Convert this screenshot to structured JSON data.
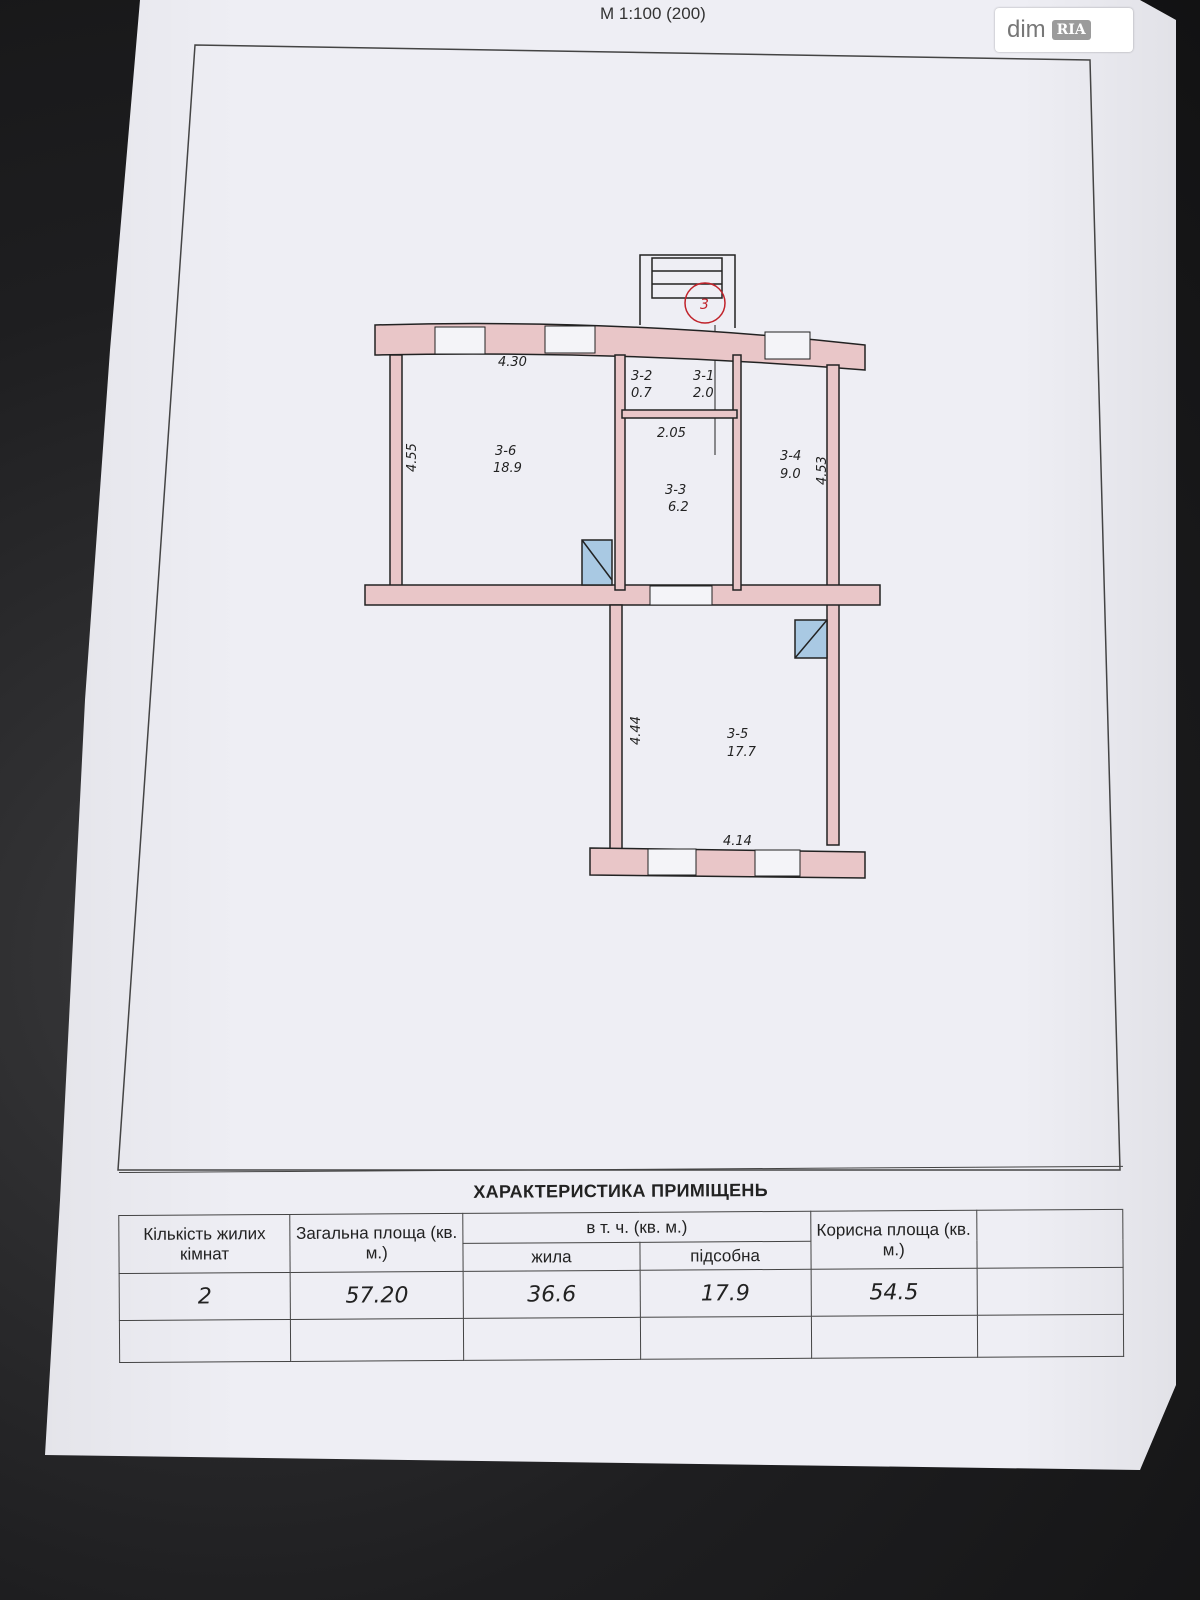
{
  "header": {
    "scale": "М 1:100 (200)"
  },
  "logo": {
    "dim": "dim",
    "ria": "RIA"
  },
  "plan": {
    "apartment_marker": "3",
    "rooms": [
      {
        "code": "3-1",
        "area": "2.0"
      },
      {
        "code": "3-2",
        "area": "0.7"
      },
      {
        "code": "3-3",
        "area": "6.2"
      },
      {
        "code": "3-4",
        "area": "9.0"
      },
      {
        "code": "3-5",
        "area": "17.7"
      },
      {
        "code": "3-6",
        "area": "18.9"
      }
    ],
    "dimensions": {
      "top": "4.30",
      "left": "4.55",
      "right": "4.53",
      "middle": "2.05",
      "lower_left": "4.44",
      "bottom": "4.14"
    }
  },
  "colors": {
    "wall": "#e9c6c8",
    "vent": "#a9c9e3",
    "marker": "#c0222a"
  },
  "table": {
    "title": "ХАРАКТЕРИСТИКА ПРИМІЩЕНЬ",
    "headers": {
      "rooms_count": "Кількість жилих кімнат",
      "total_area": "Загальна площа (кв. м.)",
      "including": "в т. ч. (кв. м.)",
      "living": "жила",
      "auxiliary": "підсобна",
      "useful_area": "Корисна площа (кв. м.)"
    },
    "row": {
      "rooms_count": "2",
      "total_area": "57.20",
      "living": "36.6",
      "auxiliary": "17.9",
      "useful_area": "54.5"
    }
  }
}
